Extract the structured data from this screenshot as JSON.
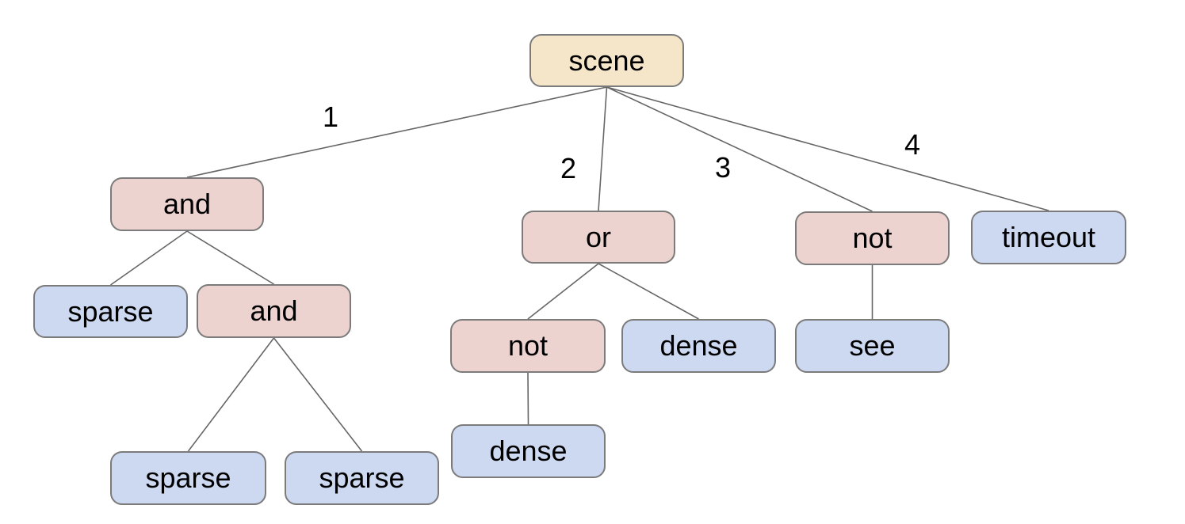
{
  "diagram": {
    "background_color": "#ffffff",
    "edge_color": "#666666",
    "node_border_color": "#7b7b7b",
    "text_color": "#000000",
    "node_types": {
      "root": {
        "fill": "#F5E6CA"
      },
      "operator": {
        "fill": "#EDD3D0"
      },
      "leaf": {
        "fill": "#CDD9F1"
      }
    },
    "nodes": [
      {
        "id": "scene",
        "label": "scene",
        "type": "root"
      },
      {
        "id": "and1",
        "label": "and",
        "type": "operator"
      },
      {
        "id": "or1",
        "label": "or",
        "type": "operator"
      },
      {
        "id": "not1",
        "label": "not",
        "type": "operator"
      },
      {
        "id": "timeout",
        "label": "timeout",
        "type": "leaf"
      },
      {
        "id": "sparse1",
        "label": "sparse",
        "type": "leaf"
      },
      {
        "id": "and2",
        "label": "and",
        "type": "operator"
      },
      {
        "id": "not2",
        "label": "not",
        "type": "operator"
      },
      {
        "id": "dense1",
        "label": "dense",
        "type": "leaf"
      },
      {
        "id": "see",
        "label": "see",
        "type": "leaf"
      },
      {
        "id": "sparse2",
        "label": "sparse",
        "type": "leaf"
      },
      {
        "id": "sparse3",
        "label": "sparse",
        "type": "leaf"
      },
      {
        "id": "dense2",
        "label": "dense",
        "type": "leaf"
      }
    ],
    "edges": [
      {
        "from": "scene",
        "to": "and1",
        "label": "1"
      },
      {
        "from": "scene",
        "to": "or1",
        "label": "2"
      },
      {
        "from": "scene",
        "to": "not1",
        "label": "3"
      },
      {
        "from": "scene",
        "to": "timeout",
        "label": "4"
      },
      {
        "from": "and1",
        "to": "sparse1",
        "label": ""
      },
      {
        "from": "and1",
        "to": "and2",
        "label": ""
      },
      {
        "from": "and2",
        "to": "sparse2",
        "label": ""
      },
      {
        "from": "and2",
        "to": "sparse3",
        "label": ""
      },
      {
        "from": "or1",
        "to": "not2",
        "label": ""
      },
      {
        "from": "or1",
        "to": "dense1",
        "label": ""
      },
      {
        "from": "not2",
        "to": "dense2",
        "label": ""
      },
      {
        "from": "not1",
        "to": "see",
        "label": ""
      }
    ]
  }
}
